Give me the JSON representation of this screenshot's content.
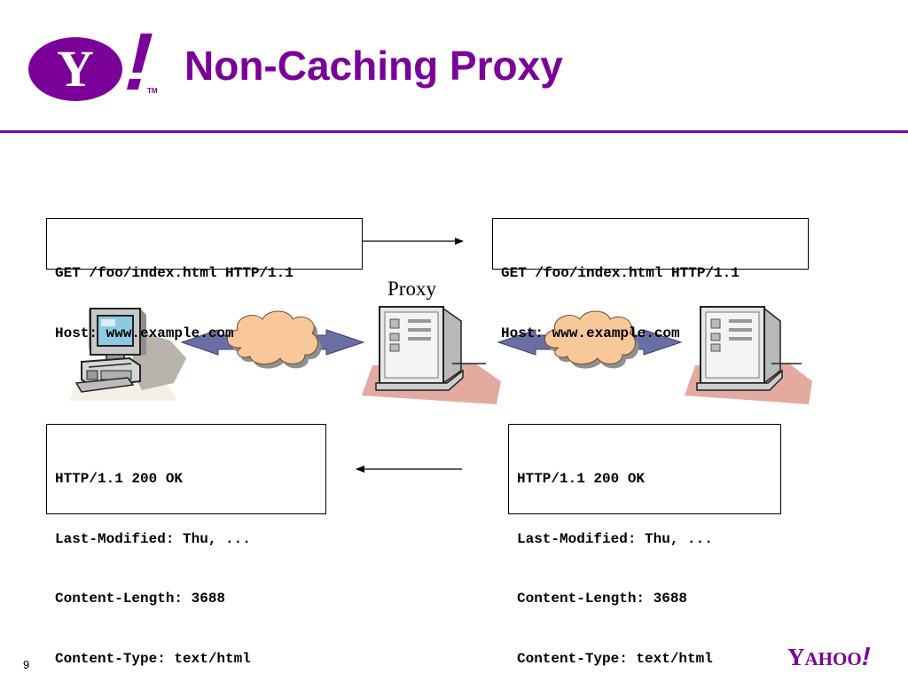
{
  "header": {
    "logo_letter": "Y",
    "logo_mark": "!",
    "logo_tm": "TM",
    "title": "Non-Caching Proxy"
  },
  "diagram": {
    "proxy_label": "Proxy",
    "request_to_proxy": [
      "GET /foo/index.html HTTP/1.1",
      "Host: www.example.com"
    ],
    "request_to_origin": [
      "GET /foo/index.html HTTP/1.1",
      "Host: www.example.com"
    ],
    "response_to_client": [
      "HTTP/1.1 200 OK",
      "Last-Modified: Thu, ...",
      "Content-Length: 3688",
      "Content-Type: text/html"
    ],
    "response_from_origin": [
      "HTTP/1.1 200 OK",
      "Last-Modified: Thu, ...",
      "Content-Length: 3688",
      "Content-Type: text/html"
    ],
    "icons": {
      "client": "desktop-computer-icon",
      "proxy": "server-icon",
      "origin": "server-icon",
      "network": "cloud-icon",
      "link": "double-arrow-icon"
    }
  },
  "footer": {
    "page_number": "9",
    "brand_y": "Y",
    "brand_rest": "AHOO",
    "brand_mark": "!"
  },
  "colors": {
    "brand_purple": "#7b0099",
    "cloud_fill": "#f8c89a",
    "arrow_fill": "#6a6fa3",
    "server_shadow": "#e3aaa0"
  }
}
